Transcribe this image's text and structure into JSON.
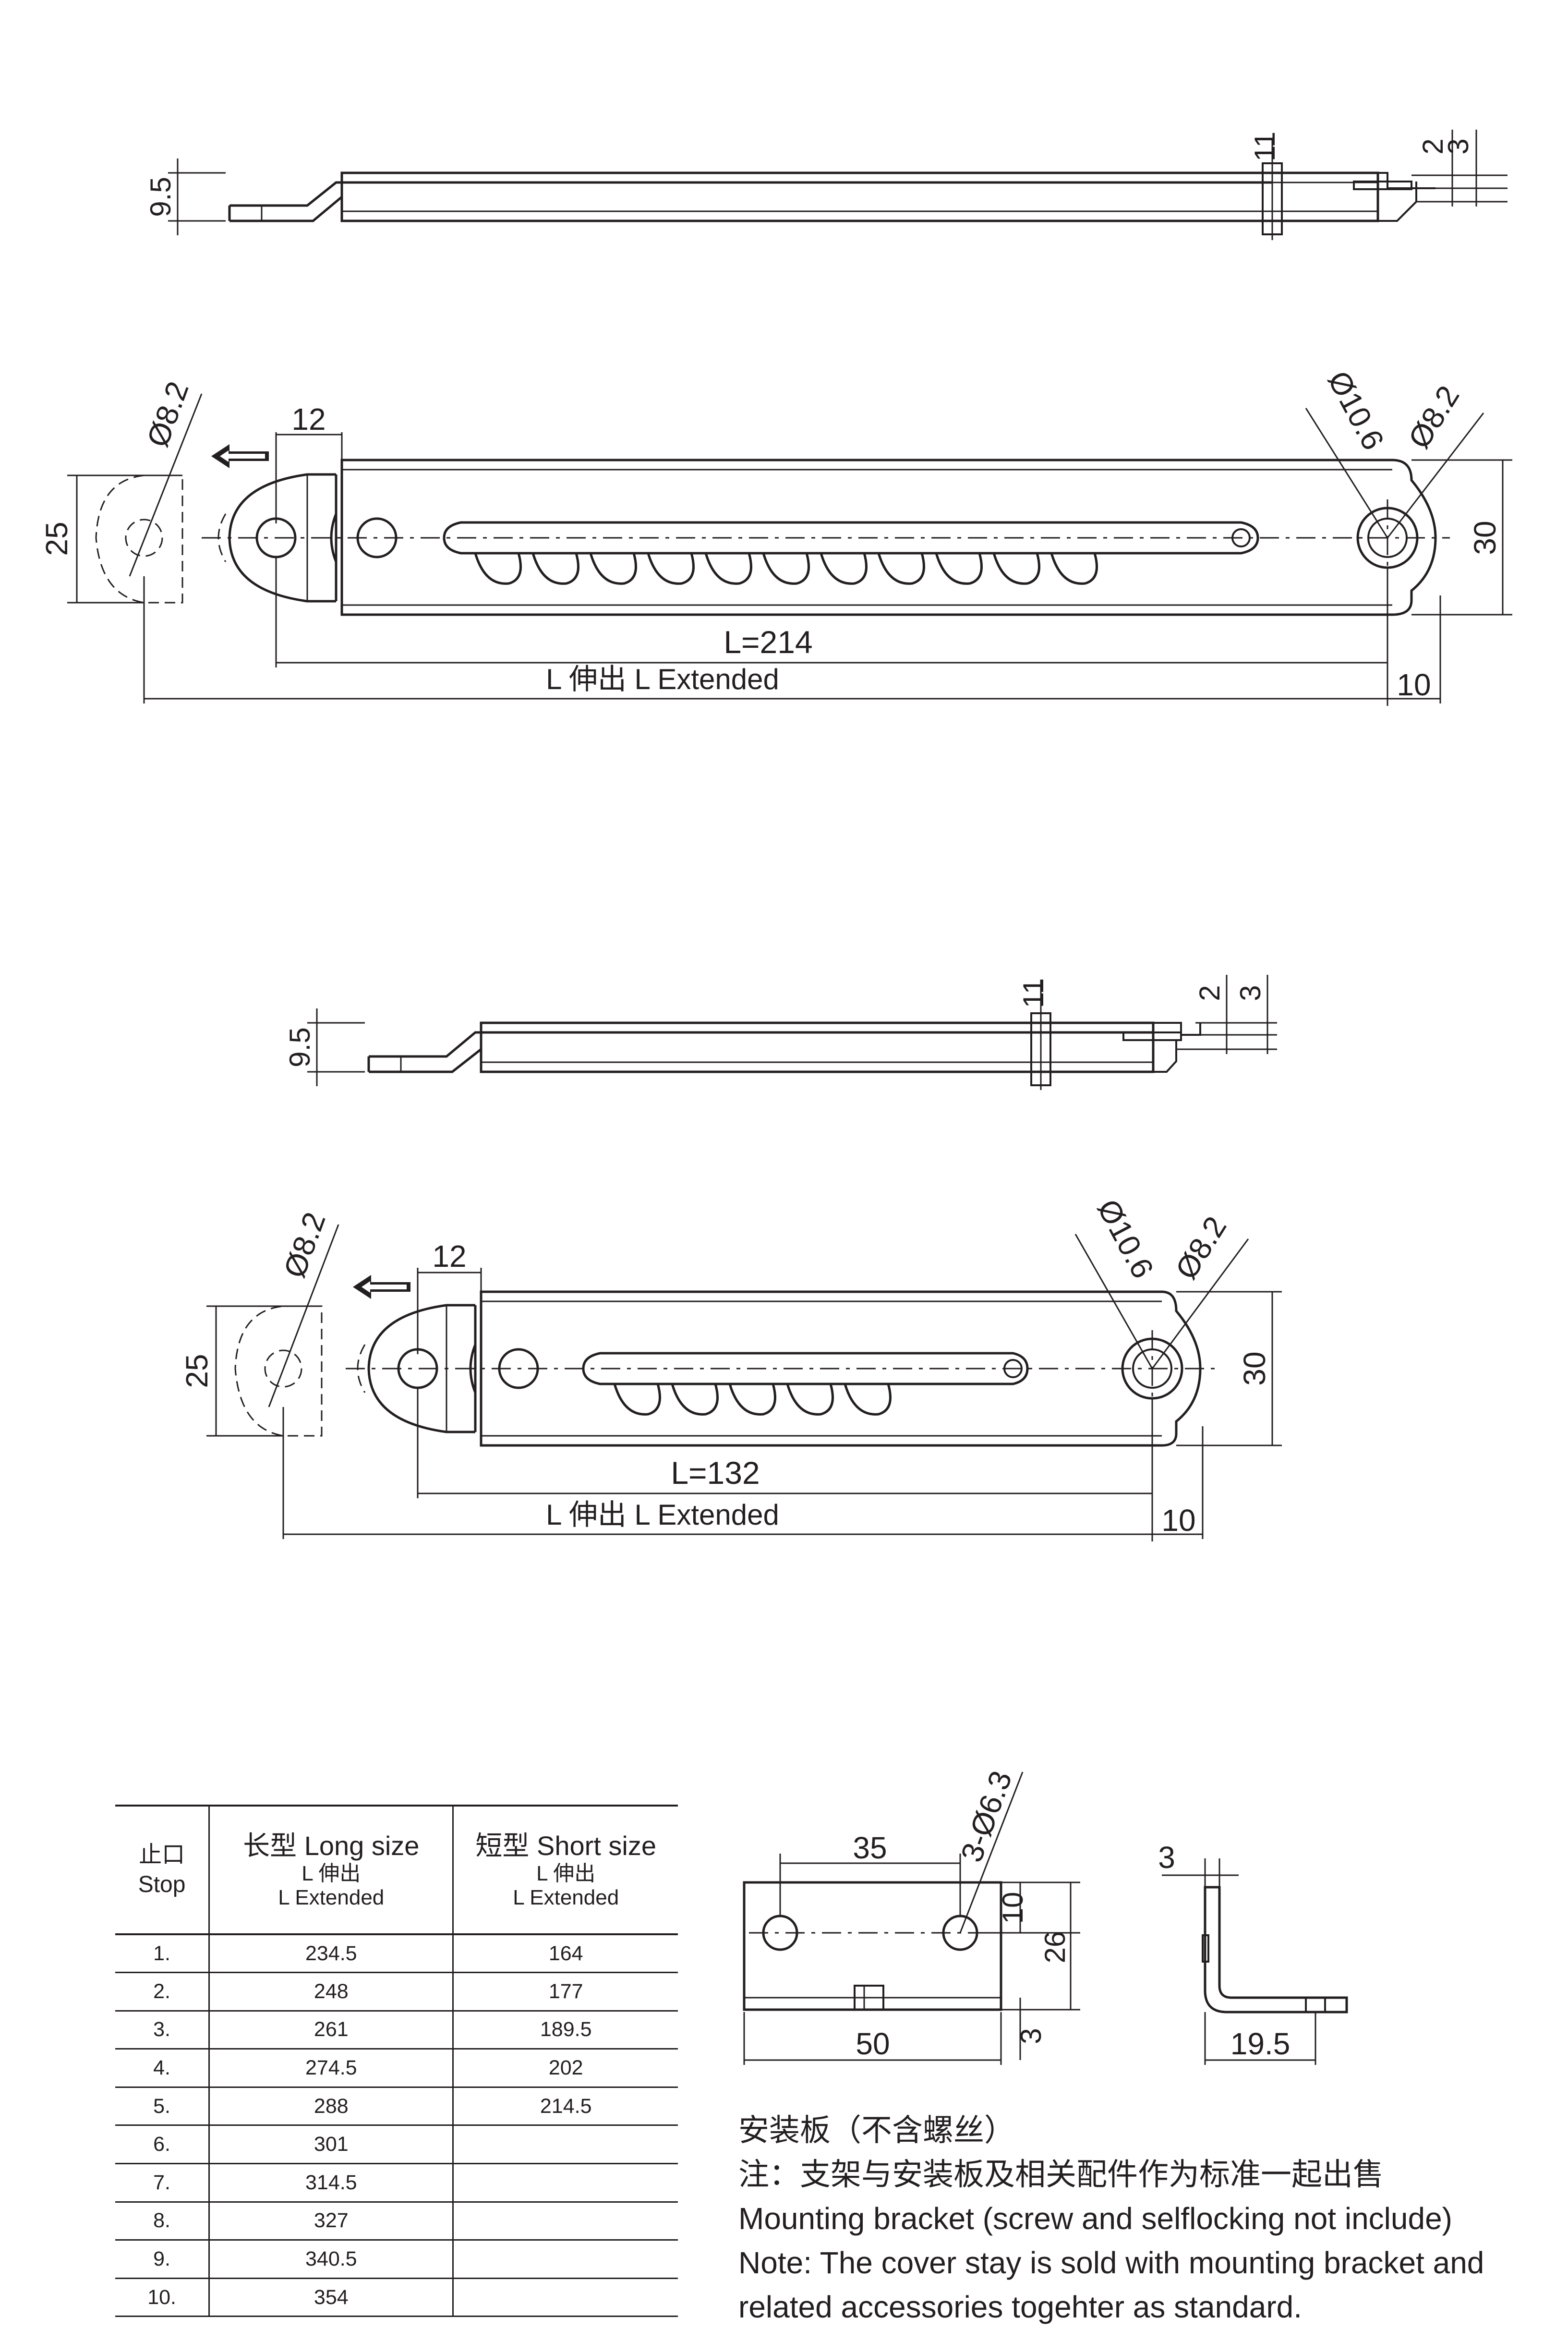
{
  "long_stay": {
    "side_view": {
      "thickness_dim": "9.5",
      "hinge_dim": "11",
      "dim_a": "2",
      "dim_b": "3"
    },
    "top_view": {
      "left_hole_dim": "Ø8.2",
      "lug_dim": "12",
      "width_left_dim": "25",
      "right_hole_outer_dim": "Ø10.6",
      "right_hole_inner_dim": "Ø8.2",
      "width_right_dim": "30",
      "length_label": "L=214",
      "extended_label": "L 伸出   L Extended",
      "end_dim": "10"
    }
  },
  "short_stay": {
    "side_view": {
      "thickness_dim": "9.5",
      "hinge_dim": "11",
      "dim_a": "2",
      "dim_b": "3"
    },
    "top_view": {
      "left_hole_dim": "Ø8.2",
      "lug_dim": "12",
      "width_left_dim": "25",
      "right_hole_outer_dim": "Ø10.6",
      "right_hole_inner_dim": "Ø8.2",
      "width_right_dim": "30",
      "length_label": "L=132",
      "extended_label": "L 伸出   L Extended",
      "end_dim": "10"
    }
  },
  "table": {
    "header": {
      "stop_cn": "止口",
      "stop_en": "Stop",
      "long_title": "长型 Long size",
      "long_sub_cn": "L 伸出",
      "long_sub_en": "L Extended",
      "short_title": "短型 Short size",
      "short_sub_cn": "L 伸出",
      "short_sub_en": "L Extended"
    },
    "rows": [
      {
        "stop": "1.",
        "long": "234.5",
        "short": "164"
      },
      {
        "stop": "2.",
        "long": "248",
        "short": "177"
      },
      {
        "stop": "3.",
        "long": "261",
        "short": "189.5"
      },
      {
        "stop": "4.",
        "long": "274.5",
        "short": "202"
      },
      {
        "stop": "5.",
        "long": "288",
        "short": "214.5"
      },
      {
        "stop": "6.",
        "long": "301",
        "short": ""
      },
      {
        "stop": "7.",
        "long": "314.5",
        "short": ""
      },
      {
        "stop": "8.",
        "long": "327",
        "short": ""
      },
      {
        "stop": "9.",
        "long": "340.5",
        "short": ""
      },
      {
        "stop": "10.",
        "long": "354",
        "short": ""
      }
    ]
  },
  "bracket": {
    "hole_spacing_dim": "35",
    "hole_dim": "3-Ø6.3",
    "hole_offset_dim": "10",
    "height_dim": "26",
    "width_dim": "50",
    "thickness_dim_front": "3",
    "thickness_dim_side": "3",
    "leg_dim": "19.5"
  },
  "notes": {
    "line1": "安装板（不含螺丝）",
    "line2": "注：支架与安装板及相关配件作为标准一起出售",
    "line3": "Mounting bracket (screw and selflocking not include)",
    "line4": "Note:  The cover stay is sold with mounting bracket and",
    "line5": "related accessories togehter as standard."
  }
}
